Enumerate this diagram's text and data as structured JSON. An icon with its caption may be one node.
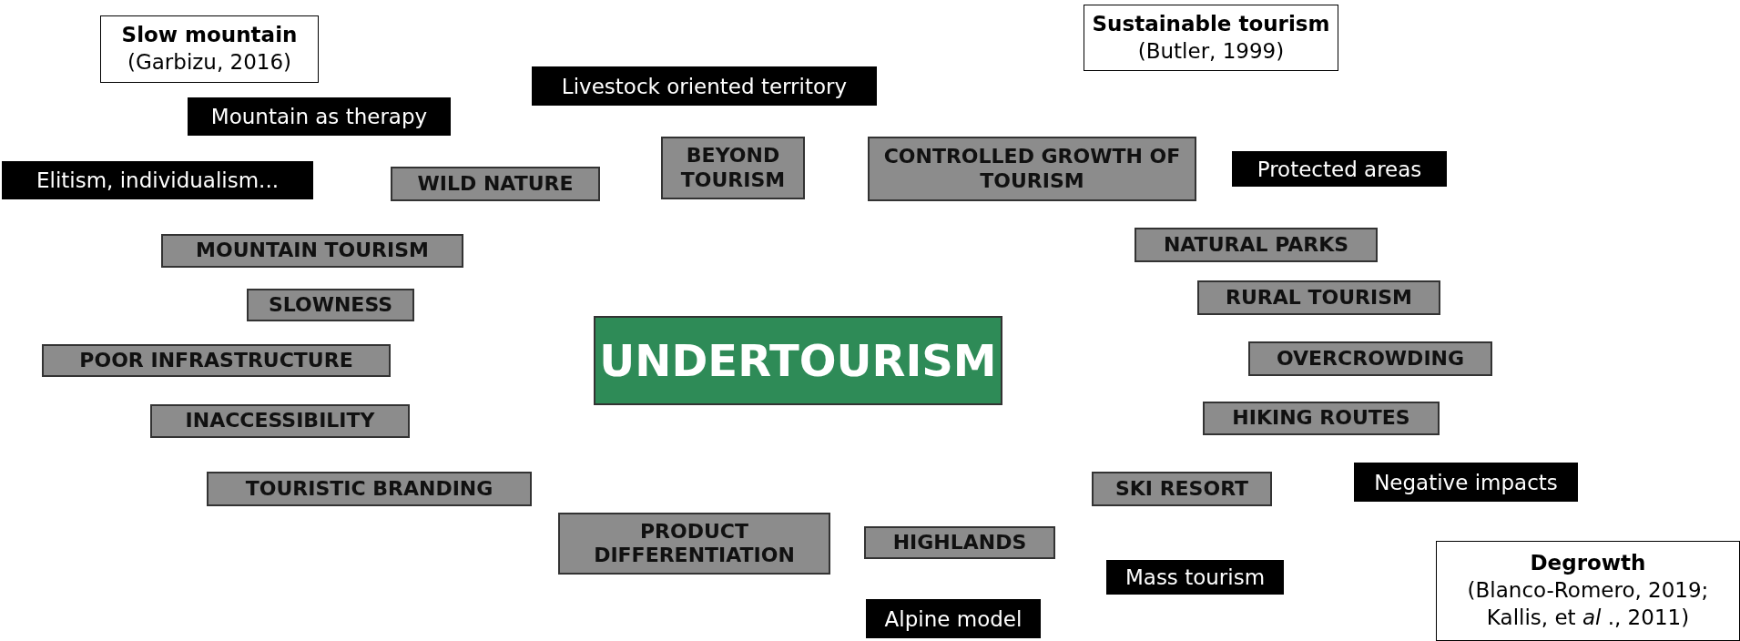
{
  "diagram": {
    "nodes": [
      {
        "text": [
          "Slow mountain",
          "(Garbizu, 2016)"
        ]
      },
      {
        "text": [
          "Sustainable tourism",
          "(Butler, 1999)"
        ]
      },
      {
        "text": [
          "Livestock oriented territory"
        ]
      },
      {
        "text": [
          "Mountain as therapy"
        ]
      },
      {
        "text": [
          "Elitism, individualism..."
        ]
      },
      {
        "text": [
          "WILD NATURE"
        ]
      },
      {
        "text": [
          "BEYOND TOURISM"
        ]
      },
      {
        "text": [
          "CONTROLLED GROWTH OF TOURISM"
        ]
      },
      {
        "text": [
          "Protected areas"
        ]
      },
      {
        "text": [
          "MOUNTAIN TOURISM"
        ]
      },
      {
        "text": [
          "NATURAL PARKS"
        ]
      },
      {
        "text": [
          "SLOWNESS"
        ]
      },
      {
        "text": [
          "RURAL TOURISM"
        ]
      },
      {
        "text": [
          "POOR INFRASTRUCTURE"
        ]
      },
      {
        "text": [
          "UNDERTOURISM"
        ]
      },
      {
        "text": [
          "OVERCROWDING"
        ]
      },
      {
        "text": [
          "INACCESSIBILITY"
        ]
      },
      {
        "text": [
          "HIKING ROUTES"
        ]
      },
      {
        "text": [
          "TOURISTIC BRANDING"
        ]
      },
      {
        "text": [
          "SKI RESORT"
        ]
      },
      {
        "text": [
          "Negative impacts"
        ]
      },
      {
        "text": [
          "PRODUCT DIFFERENTIATION"
        ]
      },
      {
        "text": [
          "HIGHLANDS"
        ]
      },
      {
        "text": [
          "Mass tourism"
        ]
      },
      {
        "text": [
          "Degrowth",
          "(Blanco-Romero, 2019; Kallis, et *al* ., 2011)"
        ]
      },
      {
        "text": [
          "Alpine model"
        ]
      }
    ]
  }
}
